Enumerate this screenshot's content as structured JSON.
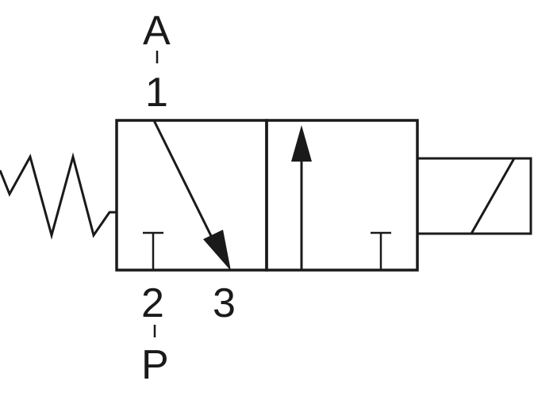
{
  "ports": {
    "a_letter": "A",
    "a_number": "1",
    "p_number": "2",
    "p_letter": "P",
    "exhaust_number": "3"
  },
  "colors": {
    "line": "#1a1a1a",
    "background": "#ffffff"
  },
  "icons": {
    "spring": "spring-return-icon",
    "solenoid": "solenoid-actuator-icon",
    "flow_arrow": "flow-arrow-icon",
    "blocked_port": "blocked-port-t-icon"
  }
}
